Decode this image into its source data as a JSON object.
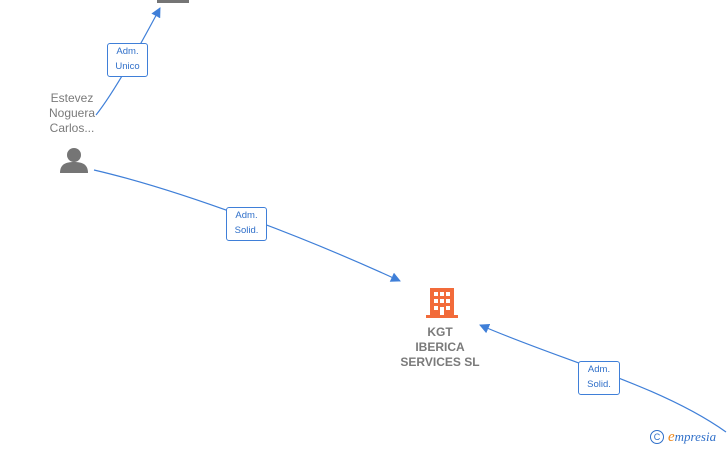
{
  "nodes": {
    "person": {
      "label": "Estevez\nNoguera\nCarlos...",
      "icon": "person-icon",
      "color": "#757575"
    },
    "company": {
      "label": "KGT\nIBERICA\nSERVICES  SL",
      "icon": "building-icon",
      "color": "#f26b3a"
    },
    "top_company": {
      "icon": "building-icon",
      "color": "#757575"
    }
  },
  "edges": [
    {
      "from": "person",
      "to": "top_company",
      "label": "Adm.\nUnico"
    },
    {
      "from": "person",
      "to": "company",
      "label": "Adm.\nSolid."
    },
    {
      "from": "offscreen-entity",
      "to": "company",
      "label": "Adm.\nSolid."
    }
  ],
  "colors": {
    "edge": "#3f7fd8",
    "edge_text": "#2f6fc9",
    "brand_accent": "#f08a1c"
  },
  "watermark": {
    "copyright_symbol": "C",
    "brand_initial": "e",
    "brand_rest": "mpresia"
  }
}
